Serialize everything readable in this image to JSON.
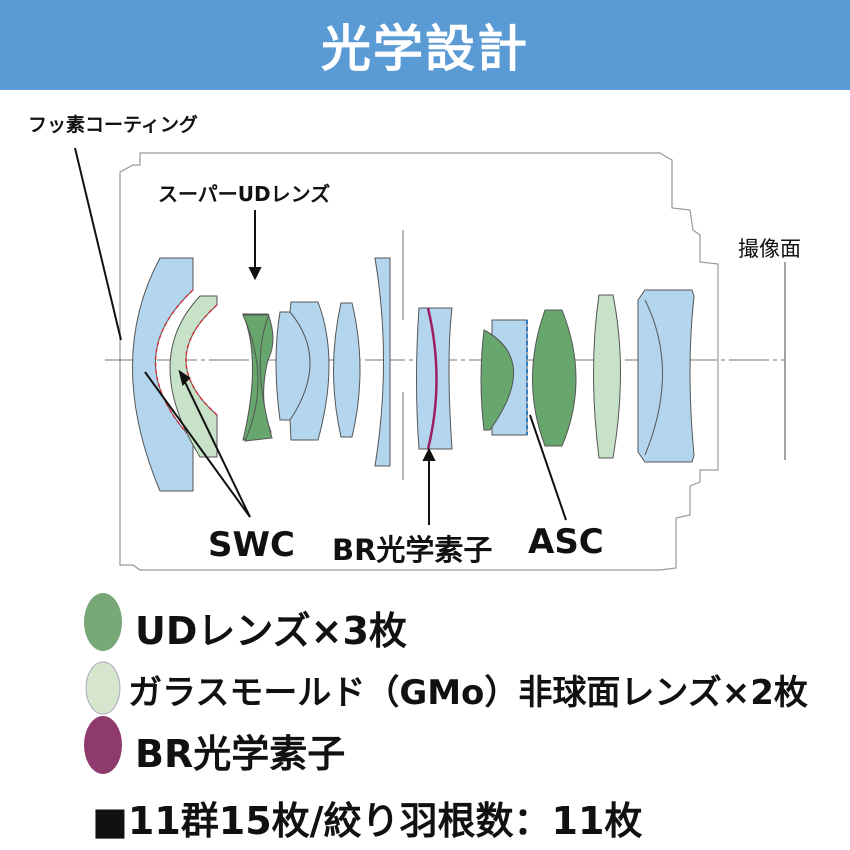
{
  "header": {
    "title": "光学設計"
  },
  "diagram": {
    "labels": {
      "fluorine": "フッ素コーティング",
      "super_ud": "スーパーUDレンズ",
      "image_plane": "撮像面",
      "swc": "SWC",
      "br": "BR光学素子",
      "asc": "ASC"
    },
    "colors": {
      "glass": "#b3d6ee",
      "ud": "#67a66c",
      "gmo": "#c7e2c6",
      "br": "#9e1e63",
      "swc_coating": "#d9333a",
      "asc_coating": "#2e7fc5"
    }
  },
  "legend": {
    "items": [
      {
        "label": "UDレンズ×3枚",
        "color": "#78a878"
      },
      {
        "label": "ガラスモールド（GMo）非球面レンズ×2枚",
        "color": "#d5e6cc"
      },
      {
        "label": "BR光学素子",
        "color": "#8e3a6c"
      }
    ],
    "spec": "■11群15枚/絞り羽根数：11枚"
  }
}
